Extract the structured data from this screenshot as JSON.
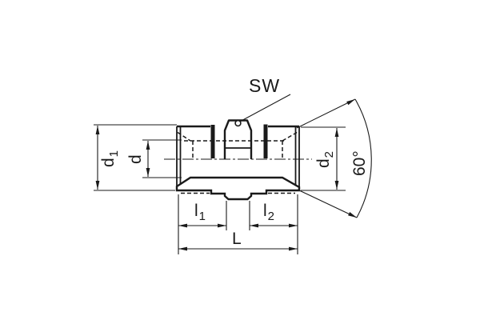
{
  "drawing": {
    "labels": {
      "wrench_size": "SW",
      "d1": {
        "base": "d",
        "sub": "1"
      },
      "d": {
        "base": "d",
        "sub": ""
      },
      "d2": {
        "base": "d",
        "sub": "2"
      },
      "cone_angle": "60°",
      "l1": {
        "base": "l",
        "sub": "1"
      },
      "l2": {
        "base": "l",
        "sub": "2"
      },
      "overall_length": "L"
    },
    "colors": {
      "ink": "#1a1a1a",
      "background": "#ffffff"
    }
  }
}
